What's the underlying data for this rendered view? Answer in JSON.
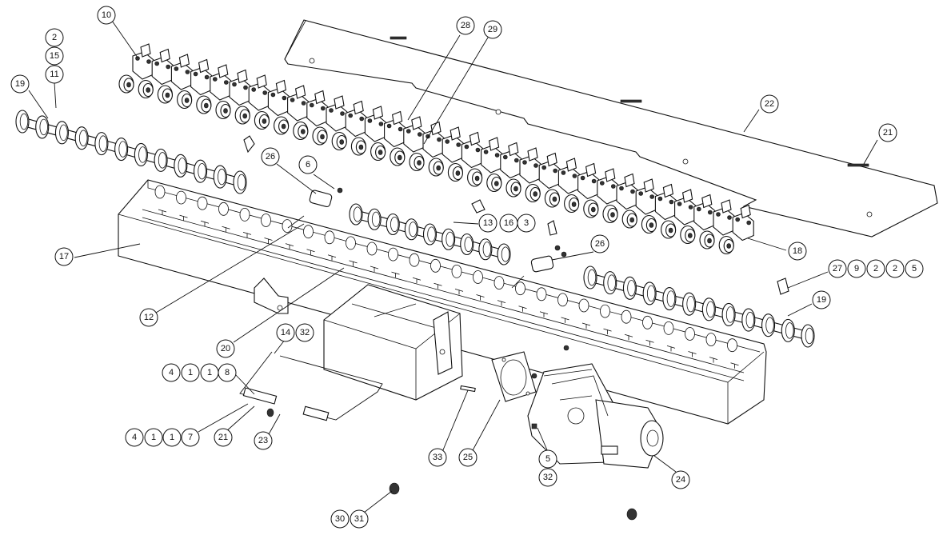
{
  "balloons": [
    {
      "label": "10"
    },
    {
      "label": "2"
    },
    {
      "label": "15"
    },
    {
      "label": "11"
    },
    {
      "label": "19"
    },
    {
      "label": "28"
    },
    {
      "label": "29"
    },
    {
      "label": "22"
    },
    {
      "label": "21"
    },
    {
      "label": "26"
    },
    {
      "label": "6"
    },
    {
      "label": "13"
    },
    {
      "label": "16"
    },
    {
      "label": "3"
    },
    {
      "label": "26"
    },
    {
      "label": "18"
    },
    {
      "label": "17"
    },
    {
      "label": "27"
    },
    {
      "label": "9"
    },
    {
      "label": "2"
    },
    {
      "label": "2"
    },
    {
      "label": "5"
    },
    {
      "label": "19"
    },
    {
      "label": "12"
    },
    {
      "label": "14"
    },
    {
      "label": "32"
    },
    {
      "label": "20"
    },
    {
      "label": "4"
    },
    {
      "label": "1"
    },
    {
      "label": "1"
    },
    {
      "label": "8"
    },
    {
      "label": "4"
    },
    {
      "label": "1"
    },
    {
      "label": "1"
    },
    {
      "label": "7"
    },
    {
      "label": "21"
    },
    {
      "label": "23"
    },
    {
      "label": "33"
    },
    {
      "label": "25"
    },
    {
      "label": "5"
    },
    {
      "label": "32"
    },
    {
      "label": "24"
    },
    {
      "label": "30"
    },
    {
      "label": "31"
    }
  ],
  "icons": [
    "rail-assembly",
    "cam-shaft",
    "trough-frame",
    "bracket-box",
    "gear-motor"
  ]
}
